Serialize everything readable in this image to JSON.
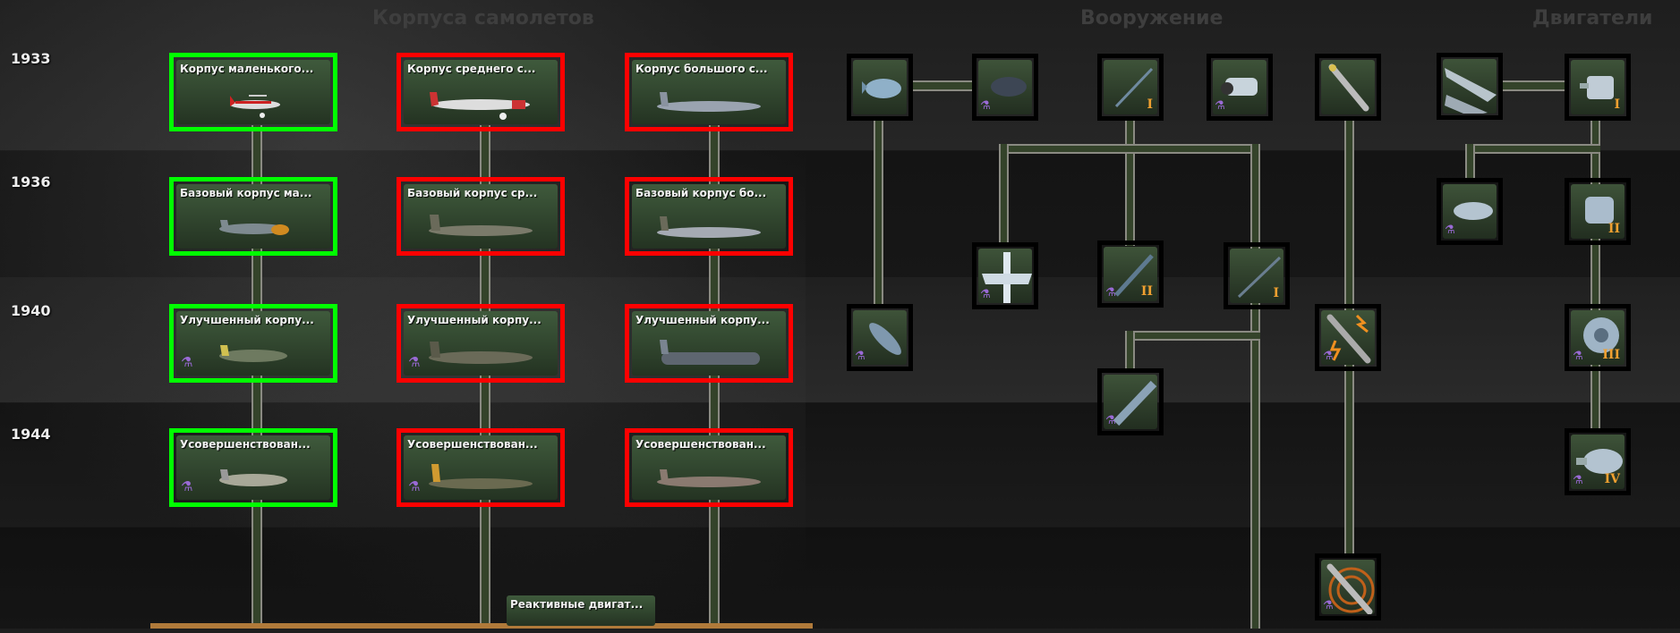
{
  "headers": {
    "airframes": "Корпуса самолетов",
    "weapons": "Вооружение",
    "engines": "Двигатели"
  },
  "years": [
    "1933",
    "1936",
    "1940",
    "1944"
  ],
  "airframes": [
    {
      "title": "Корпус маленького...",
      "status": "researched"
    },
    {
      "title": "Корпус среднего с...",
      "status": "unavailable"
    },
    {
      "title": "Корпус большого с...",
      "status": "unavailable"
    },
    {
      "title": "Базовый корпус ма...",
      "status": "researched"
    },
    {
      "title": "Базовый корпус ср...",
      "status": "unavailable"
    },
    {
      "title": "Базовый корпус бо...",
      "status": "unavailable"
    },
    {
      "title": "Улучшенный корпу...",
      "status": "researched"
    },
    {
      "title": "Улучшенный корпу...",
      "status": "unavailable"
    },
    {
      "title": "Улучшенный корпу...",
      "status": "unavailable"
    },
    {
      "title": "Усовершенствован...",
      "status": "researched"
    },
    {
      "title": "Усовершенствован...",
      "status": "unavailable"
    },
    {
      "title": "Усовершенствован...",
      "status": "unavailable"
    }
  ],
  "bottom_card": {
    "title": "Реактивные двигат..."
  },
  "tech_nodes": [
    {
      "icon": "bomb-icon",
      "status": "researched"
    },
    {
      "icon": "heavy-bomb-icon",
      "status": "unavailable"
    },
    {
      "icon": "machine-gun-icon",
      "status": "unavailable",
      "tier": "I"
    },
    {
      "icon": "cannon-icon",
      "status": "unavailable"
    },
    {
      "icon": "rocket-icon",
      "status": "unavailable"
    },
    {
      "icon": "jet-planes-icon",
      "status": "unavailable"
    },
    {
      "icon": "engine-icon",
      "status": "researched",
      "tier": "I"
    },
    {
      "icon": "drop-tank-icon",
      "status": "researched"
    },
    {
      "icon": "engine-icon",
      "status": "researched",
      "tier": "II"
    },
    {
      "icon": "heavy-fighter-icon",
      "status": "researched"
    },
    {
      "icon": "machine-gun-icon",
      "status": "unavailable",
      "tier": "II"
    },
    {
      "icon": "heavy-machine-gun-icon",
      "status": "unavailable",
      "tier": "I"
    },
    {
      "icon": "torpedo-icon",
      "status": "available"
    },
    {
      "icon": "guided-rocket-icon",
      "status": "unavailable"
    },
    {
      "icon": "engine-icon",
      "status": "researched",
      "tier": "III"
    },
    {
      "icon": "autocannon-icon",
      "status": "unavailable"
    },
    {
      "icon": "engine-icon",
      "status": "researched",
      "tier": "IV"
    },
    {
      "icon": "radar-rocket-icon",
      "status": "unavailable"
    }
  ],
  "colors": {
    "researched": "#00ff00",
    "unavailable": "#ff0000",
    "available": "#ffff00",
    "line": "#34432a"
  }
}
